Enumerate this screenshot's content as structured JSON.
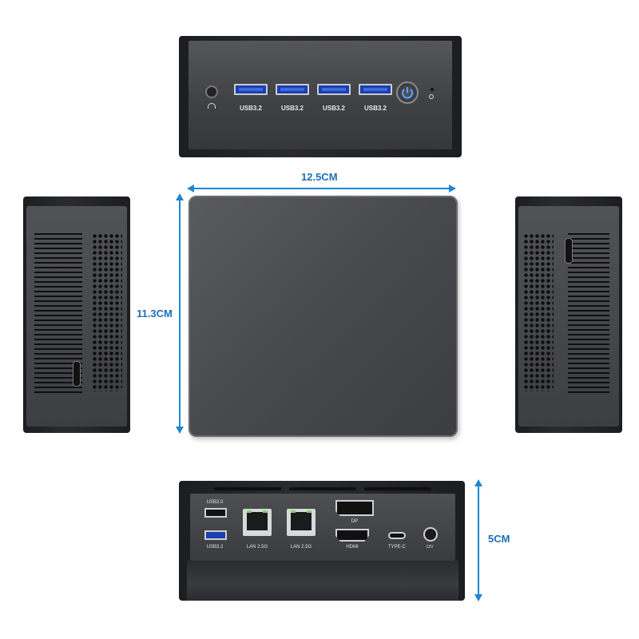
{
  "front": {
    "usb_ports": [
      {
        "label": "USB3.2"
      },
      {
        "label": "USB3.2"
      },
      {
        "label": "USB3.2"
      },
      {
        "label": "USB3.2"
      }
    ],
    "power_accent": "#3b8be0"
  },
  "dimensions": {
    "width": "12.5CM",
    "depth": "11.3CM",
    "height": "5CM",
    "arrow_color": "#1f86d1"
  },
  "rear": {
    "usb_top_label": "USB2.0",
    "usb_bottom_label": "USB3.2",
    "lan1_label": "LAN 2.5G",
    "lan2_label": "LAN 2.5G",
    "dp_label": "DP",
    "hdmi_label": "HDMI",
    "typec_label": "TYPE-C",
    "dc_label": "12V"
  }
}
